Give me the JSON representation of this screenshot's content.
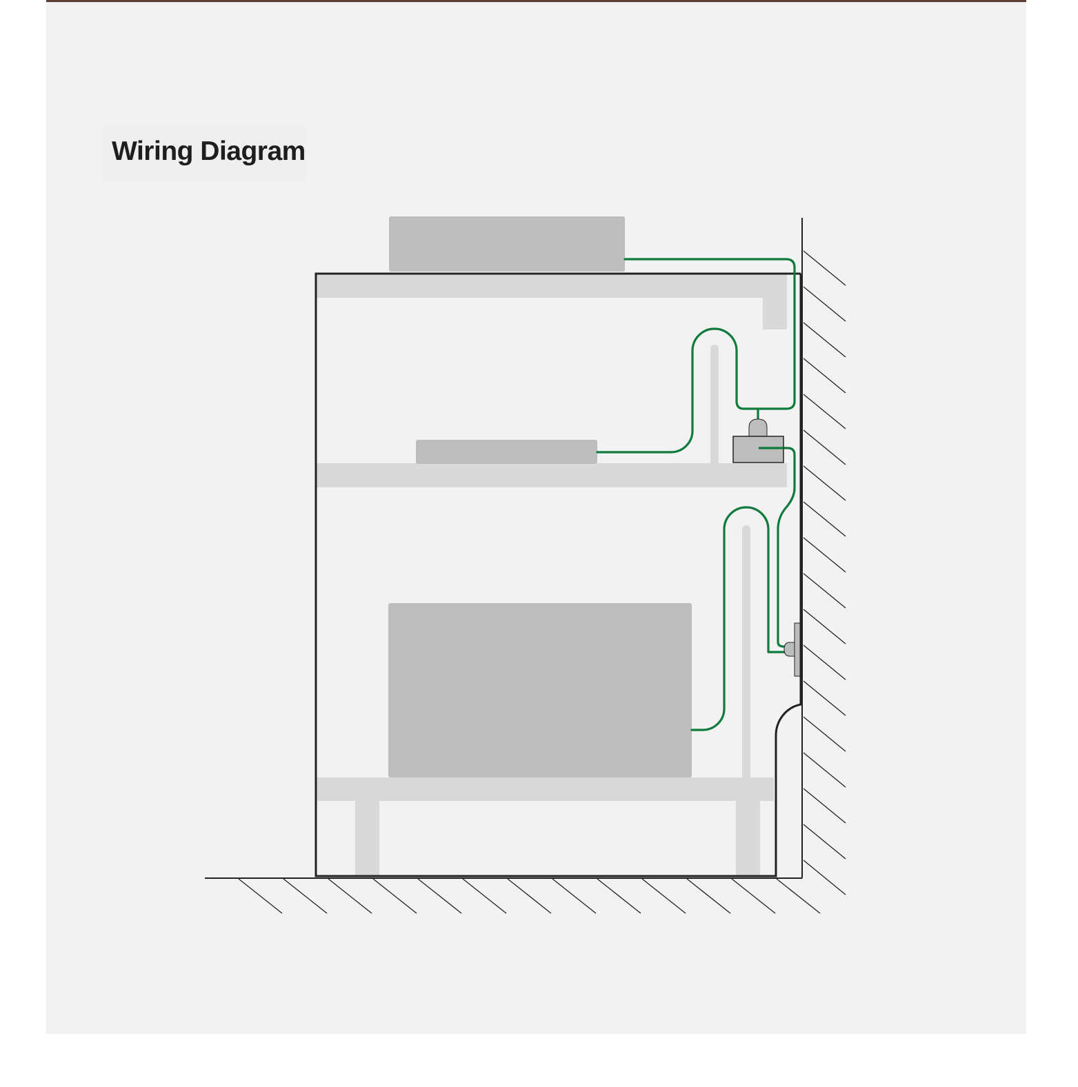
{
  "title": "Wiring Diagram",
  "colors": {
    "background": "#f2f2f2",
    "cable": "#0e7a3c",
    "device_fill": "#bdbdbd",
    "shelf_fill": "#d9d9d9",
    "outline": "#222222"
  },
  "icons": {
    "wall": "hatched-wall",
    "floor": "hatched-floor",
    "power_strip": "power-strip-icon",
    "wall_socket": "wall-socket-icon"
  }
}
